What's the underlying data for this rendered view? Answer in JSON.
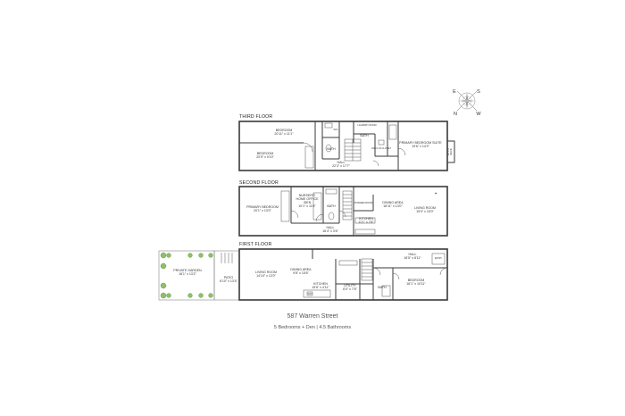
{
  "compass": {
    "n": "N",
    "s": "S",
    "e": "E",
    "w": "W"
  },
  "floors": {
    "third": {
      "label": "THIRD FLOOR",
      "rooms": {
        "bedroom_a": {
          "name": "BEDROOM",
          "dim": "20'11\" x 11'1\""
        },
        "bedroom_b": {
          "name": "BEDROOM",
          "dim": "20'9\" x 9'10\""
        },
        "bath_a": "BATH",
        "bath_b": "BATH",
        "wic": "W/C",
        "laundry": "LAUNDRY ROOM",
        "walkin": "WALK-IN CLOSET",
        "primary": {
          "name": "PRIMARY BEDROOM SUITE",
          "dim": "19'6\" x 14'3\""
        },
        "deck": "DECK",
        "deck_dim": "26' x 4'",
        "hall": {
          "name": "HALL",
          "dim": "22'3\" x 17'7\""
        }
      }
    },
    "second": {
      "label": "SECOND FLOOR",
      "rooms": {
        "primary": {
          "name": "PRIMARY BEDROOM",
          "dim": "20'1\" x 13'0\""
        },
        "nursery": {
          "name": "NURSERY/\nHOME OFFICE\n/DEN",
          "dim": "10'1\" x 11'6\""
        },
        "bath": "BATH",
        "powder": "POWDER ROOM",
        "dining": {
          "name": "DINING AREA",
          "dim": "18'11\" x 13'0\""
        },
        "kitchen": {
          "name": "KITCHEN",
          "dim": "11'1\" x 7'6\""
        },
        "living": {
          "name": "LIVING ROOM",
          "dim": "15'0\" x 15'0\""
        },
        "hall": {
          "name": "HALL",
          "dim": "16'4\" x 3'6\""
        }
      }
    },
    "first": {
      "label": "FIRST FLOOR",
      "rooms": {
        "garden": {
          "name": "PRIVATE GARDEN",
          "dim": "18'1\" x 13'2\""
        },
        "patio": {
          "name": "PATIO",
          "dim": "6'10\" x 13'4\""
        },
        "living": {
          "name": "LIVING ROOM",
          "dim": "14'10\" x 13'0\""
        },
        "dining": {
          "name": "DINING AREA",
          "dim": "9'8\" x 15'6\""
        },
        "kitchen": {
          "name": "KITCHEN",
          "dim": "15'6\" x 4'11\""
        },
        "utility": {
          "name": "UTILITY",
          "dim": "6'0\" x 7'8\""
        },
        "bath": "BATH",
        "hall": {
          "name": "HALL",
          "dim": "16'5\" x 8'11\""
        },
        "bedroom": {
          "name": "BEDROOM",
          "dim": "16'1\" x 10'11\""
        },
        "entry": "ENTRY",
        "wd": "W/D"
      }
    }
  },
  "address": "587 Warren Street",
  "summary": "5 Bedrooms + Den | 4.5 Bathrooms"
}
